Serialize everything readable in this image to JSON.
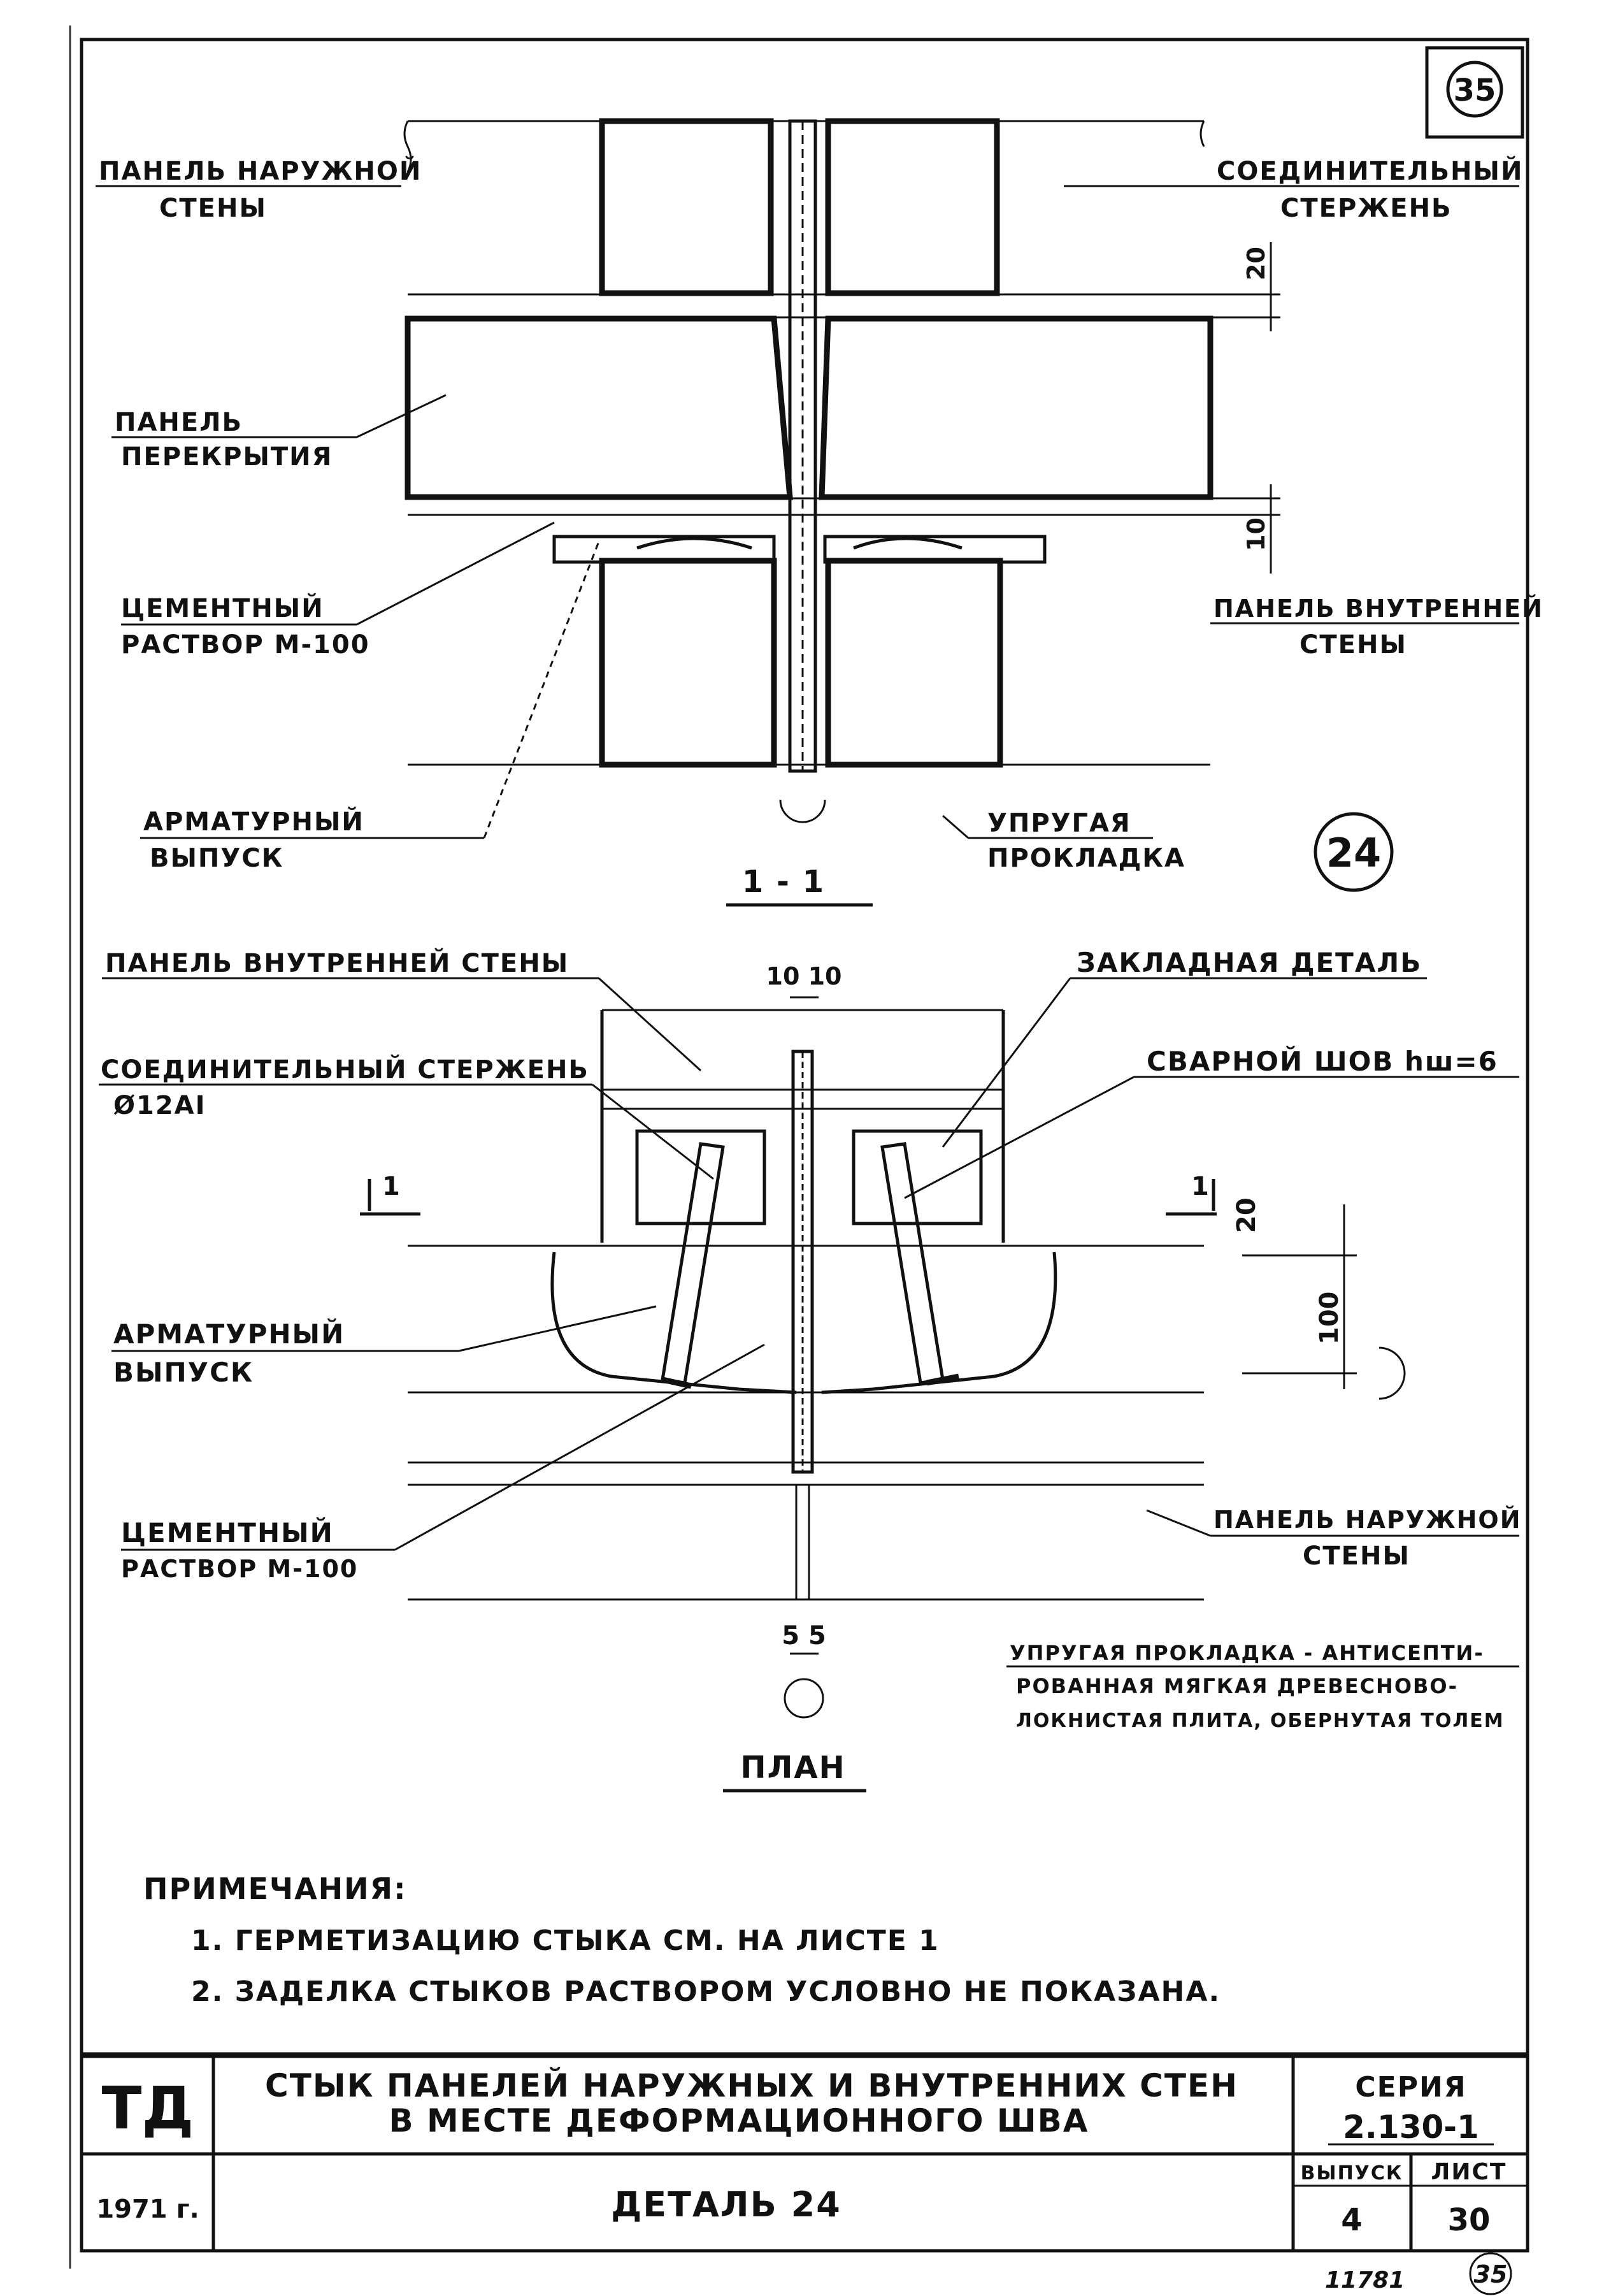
{
  "sheet_badge": "35",
  "section": {
    "labels": {
      "outer_panel": [
        "ПАНЕЛЬ НАРУЖНОЙ",
        "СТЕНЫ"
      ],
      "connecting_rod": [
        "СОЕДИНИТЕЛЬНЫЙ",
        "СТЕРЖЕНЬ"
      ],
      "floor_panel": [
        "ПАНЕЛЬ",
        "ПЕРЕКРЫТИЯ"
      ],
      "mortar": [
        "ЦЕМЕНТНЫЙ",
        "РАСТВОР М-100"
      ],
      "inner_panel": [
        "ПАНЕЛЬ ВНУТРЕННЕЙ",
        "СТЕНЫ"
      ],
      "rebar": [
        "АРМАТУРНЫЙ",
        "ВЫПУСК"
      ],
      "elastic_pad": [
        "УПРУГАЯ",
        "ПРОКЛАДКА"
      ]
    },
    "dim_20": "20",
    "dim_10": "10",
    "detail_badge": "24",
    "title": "1 - 1"
  },
  "plan": {
    "labels": {
      "inner_panel": "ПАНЕЛЬ ВНУТРЕННЕЙ СТЕНЫ",
      "embedded": "ЗАКЛАДНАЯ ДЕТАЛЬ",
      "weld": "СВАРНОЙ ШОВ hш=6",
      "rod": [
        "СОЕДИНИТЕЛЬНЫЙ СТЕРЖЕНЬ",
        "Ø12АI"
      ],
      "rebar": [
        "АРМАТУРНЫЙ",
        "ВЫПУСК"
      ],
      "mortar": [
        "ЦЕМЕНТНЫЙ",
        "РАСТВОР М-100"
      ],
      "outer_panel": [
        "ПАНЕЛЬ НАРУЖНОЙ",
        "СТЕНЫ"
      ]
    },
    "dim_top": "10 10",
    "dim_bottom": "5  5",
    "dim_20": "20",
    "dim_100": "100",
    "cut_mark": "1",
    "pad_note": [
      "УПРУГАЯ ПРОКЛАДКА - АНТИСЕПТИ-",
      "РОВАННАЯ МЯГКАЯ ДРЕВЕСНОВО-",
      "ЛОКНИСТАЯ ПЛИТА, ОБЕРНУТАЯ ТОЛЕМ"
    ],
    "title": "ПЛАН"
  },
  "notes": {
    "heading": "ПРИМЕЧАНИЯ:",
    "items": [
      "1. ГЕРМЕТИЗАЦИЮ СТЫКА СМ. НА ЛИСТЕ 1",
      "2. ЗАДЕЛКА СТЫКОВ РАСТВОРОМ УСЛОВНО НЕ ПОКАЗАНА."
    ]
  },
  "title_block": {
    "org": "ТД",
    "year": "1971 г.",
    "title_line1": "СТЫК ПАНЕЛЕЙ НАРУЖНЫХ И ВНУТРЕННИХ СТЕН",
    "title_line2": "В МЕСТЕ ДЕФОРМАЦИОННОГО ШВА",
    "detail": "ДЕТАЛЬ 24",
    "series_label": "СЕРИЯ",
    "series_value": "2.130-1",
    "issue_label": "ВЫПУСК",
    "issue_value": "4",
    "sheet_label": "ЛИСТ",
    "sheet_value": "30"
  },
  "footer": {
    "archive_no": "11781",
    "page_badge": "35"
  }
}
